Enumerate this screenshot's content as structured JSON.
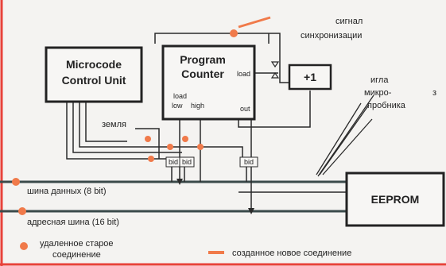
{
  "colors": {
    "background": "#f4f3f1",
    "line": "#2a2a2a",
    "bus": "#3a4a4a",
    "marker_orange": "#f07a4a",
    "border_red": "#e8423a"
  },
  "blocks": {
    "mcu": {
      "line1": "Microcode",
      "line2": "Control Unit"
    },
    "pc": {
      "line1": "Program",
      "line2": "Counter",
      "load": "load",
      "load_low_1": "load",
      "load_low_2": "low",
      "load_high": "high",
      "out": "out"
    },
    "inc": {
      "label": "+1"
    },
    "eeprom": {
      "label": "EEPROM"
    }
  },
  "labels": {
    "signal_1": "сигнал",
    "signal_2": "синхронизации",
    "probe_1": "игла",
    "probe_2": "микро-",
    "probe_3": "пробника",
    "ground": "земля",
    "data_bus": "шина данных (8 bit)",
    "addr_bus": "адресная шина (16 bit)",
    "edge_mark": "з"
  },
  "buffers": [
    "bid",
    "bid",
    "bid"
  ],
  "legend": {
    "removed_1": "удаленное старое",
    "removed_2": "соединение",
    "created": "созданное новое соединение"
  }
}
